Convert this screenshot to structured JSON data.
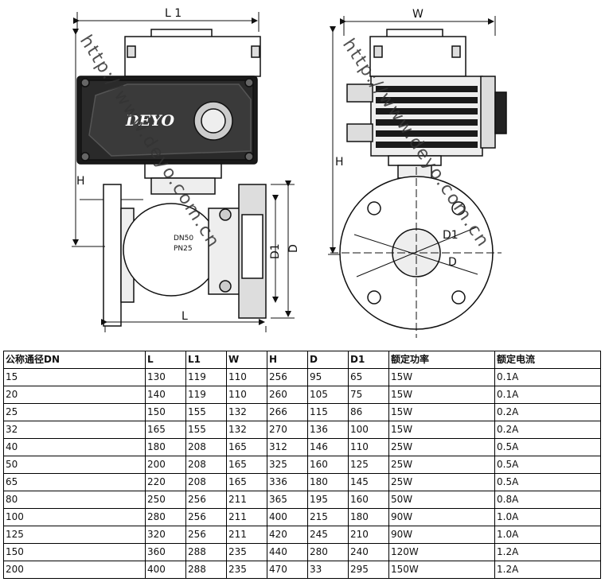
{
  "drawing": {
    "labels": {
      "L1": "L 1",
      "W": "W",
      "H_left": "H",
      "H_right": "H",
      "L": "L",
      "D1_left": "D1",
      "D_left": "D",
      "D1_right": "D1",
      "D_right": "D"
    },
    "brand": "DEYO",
    "valve_marks": [
      "DN50",
      "PN25"
    ],
    "watermark": "http://www.deyo.com.cn"
  },
  "table": {
    "headers": [
      "公称通径DN",
      "L",
      "L1",
      "W",
      "H",
      "D",
      "D1",
      "额定功率",
      "额定电流"
    ],
    "rows": [
      [
        "15",
        "130",
        "119",
        "110",
        "256",
        "95",
        "65",
        "15W",
        "0.1A"
      ],
      [
        "20",
        "140",
        "119",
        "110",
        "260",
        "105",
        "75",
        "15W",
        "0.1A"
      ],
      [
        "25",
        "150",
        "155",
        "132",
        "266",
        "115",
        "86",
        "15W",
        "0.2A"
      ],
      [
        "32",
        "165",
        "155",
        "132",
        "270",
        "136",
        "100",
        "15W",
        "0.2A"
      ],
      [
        "40",
        "180",
        "208",
        "165",
        "312",
        "146",
        "110",
        "25W",
        "0.5A"
      ],
      [
        "50",
        "200",
        "208",
        "165",
        "325",
        "160",
        "125",
        "25W",
        "0.5A"
      ],
      [
        "65",
        "220",
        "208",
        "165",
        "336",
        "180",
        "145",
        "25W",
        "0.5A"
      ],
      [
        "80",
        "250",
        "256",
        "211",
        "365",
        "195",
        "160",
        "50W",
        "0.8A"
      ],
      [
        "100",
        "280",
        "256",
        "211",
        "400",
        "215",
        "180",
        "90W",
        "1.0A"
      ],
      [
        "125",
        "320",
        "256",
        "211",
        "420",
        "245",
        "210",
        "90W",
        "1.0A"
      ],
      [
        "150",
        "360",
        "288",
        "235",
        "440",
        "280",
        "240",
        "120W",
        "1.2A"
      ],
      [
        "200",
        "400",
        "288",
        "235",
        "470",
        "33",
        "295",
        "150W",
        "1.2A"
      ]
    ]
  }
}
